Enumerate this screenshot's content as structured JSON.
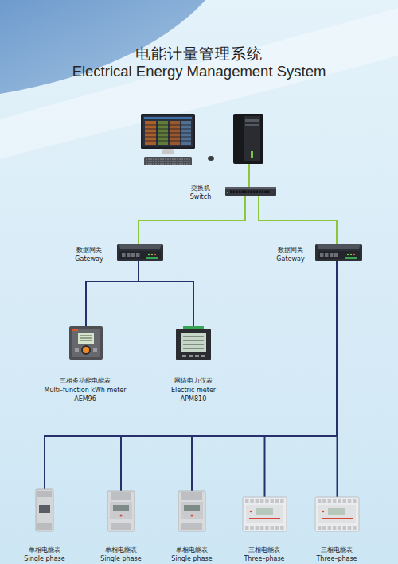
{
  "diagram": {
    "title": "电能计量管理系统",
    "nodes": [
      {
        "text": [
          "交换机",
          "Switch"
        ]
      },
      {
        "text": [
          "数据网关",
          "Gateway"
        ]
      },
      {
        "text": [
          "数据网关",
          "Gateway"
        ]
      },
      {
        "text": [
          "三相多功能电能表",
          "Multi–function kWh meter",
          "AEM96"
        ]
      },
      {
        "text": [
          "网络电力仪表",
          "Electric meter",
          "APM810"
        ]
      },
      {
        "text": [
          "单相电能表",
          "Single phase"
        ]
      },
      {
        "text": [
          "单相电能表",
          "Single phase"
        ]
      },
      {
        "text": [
          "单相电能表",
          "Single phase"
        ]
      },
      {
        "text": [
          "三相电能表",
          "Three–phase"
        ]
      },
      {
        "text": [
          "三相电能表",
          "Three–phase"
        ]
      }
    ],
    "edges": [
      {
        "from": 0,
        "to": 1,
        "arrow": "none"
      },
      {
        "from": 0,
        "to": 2,
        "arrow": "none"
      },
      {
        "from": 1,
        "to": 3,
        "arrow": "none"
      },
      {
        "from": 1,
        "to": 4,
        "arrow": "none"
      },
      {
        "from": 2,
        "to": 5,
        "arrow": "none"
      },
      {
        "from": 2,
        "to": 6,
        "arrow": "none"
      },
      {
        "from": 2,
        "to": 7,
        "arrow": "none"
      },
      {
        "from": 2,
        "to": 8,
        "arrow": "none"
      },
      {
        "from": 2,
        "to": 9,
        "arrow": "none"
      }
    ],
    "labels": [
      "Electrical Energy Management System"
    ]
  }
}
